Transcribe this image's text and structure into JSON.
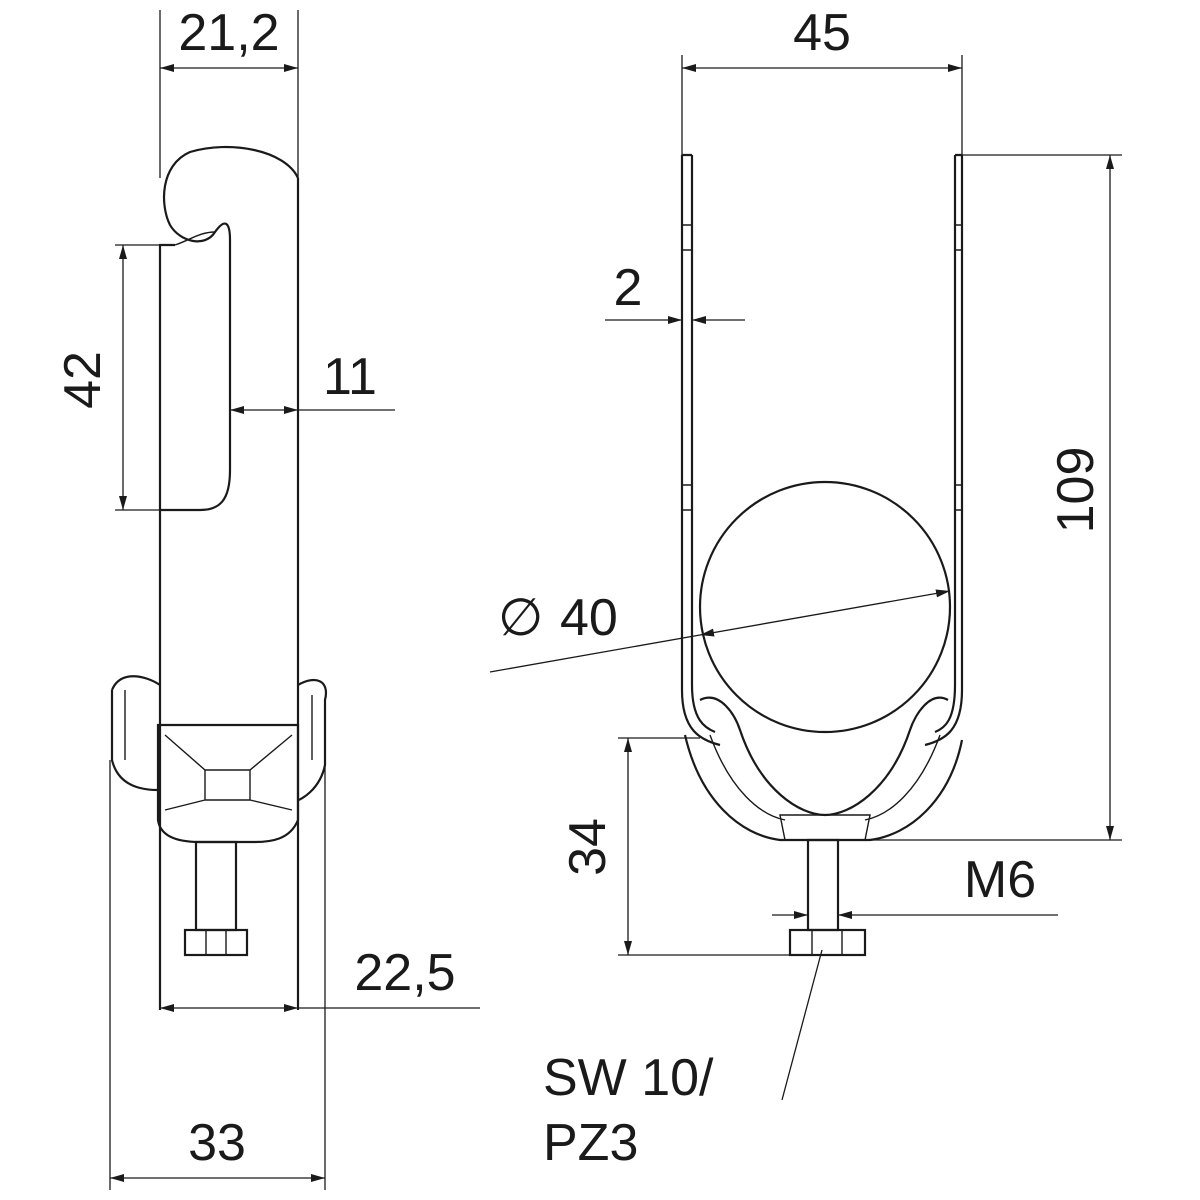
{
  "drawing": {
    "side_view": {
      "width_top": "21,2",
      "hook_height": "42",
      "hook_depth": "11",
      "inner_width": "22,5",
      "base_width": "33"
    },
    "front_view": {
      "overall_width": "45",
      "material_thickness": "2",
      "cable_diameter": "40",
      "diameter_symbol": "∅",
      "overall_height": "109",
      "base_height": "34",
      "thread": "M6",
      "drive_line1": "SW 10/",
      "drive_line2": "PZ3"
    }
  }
}
